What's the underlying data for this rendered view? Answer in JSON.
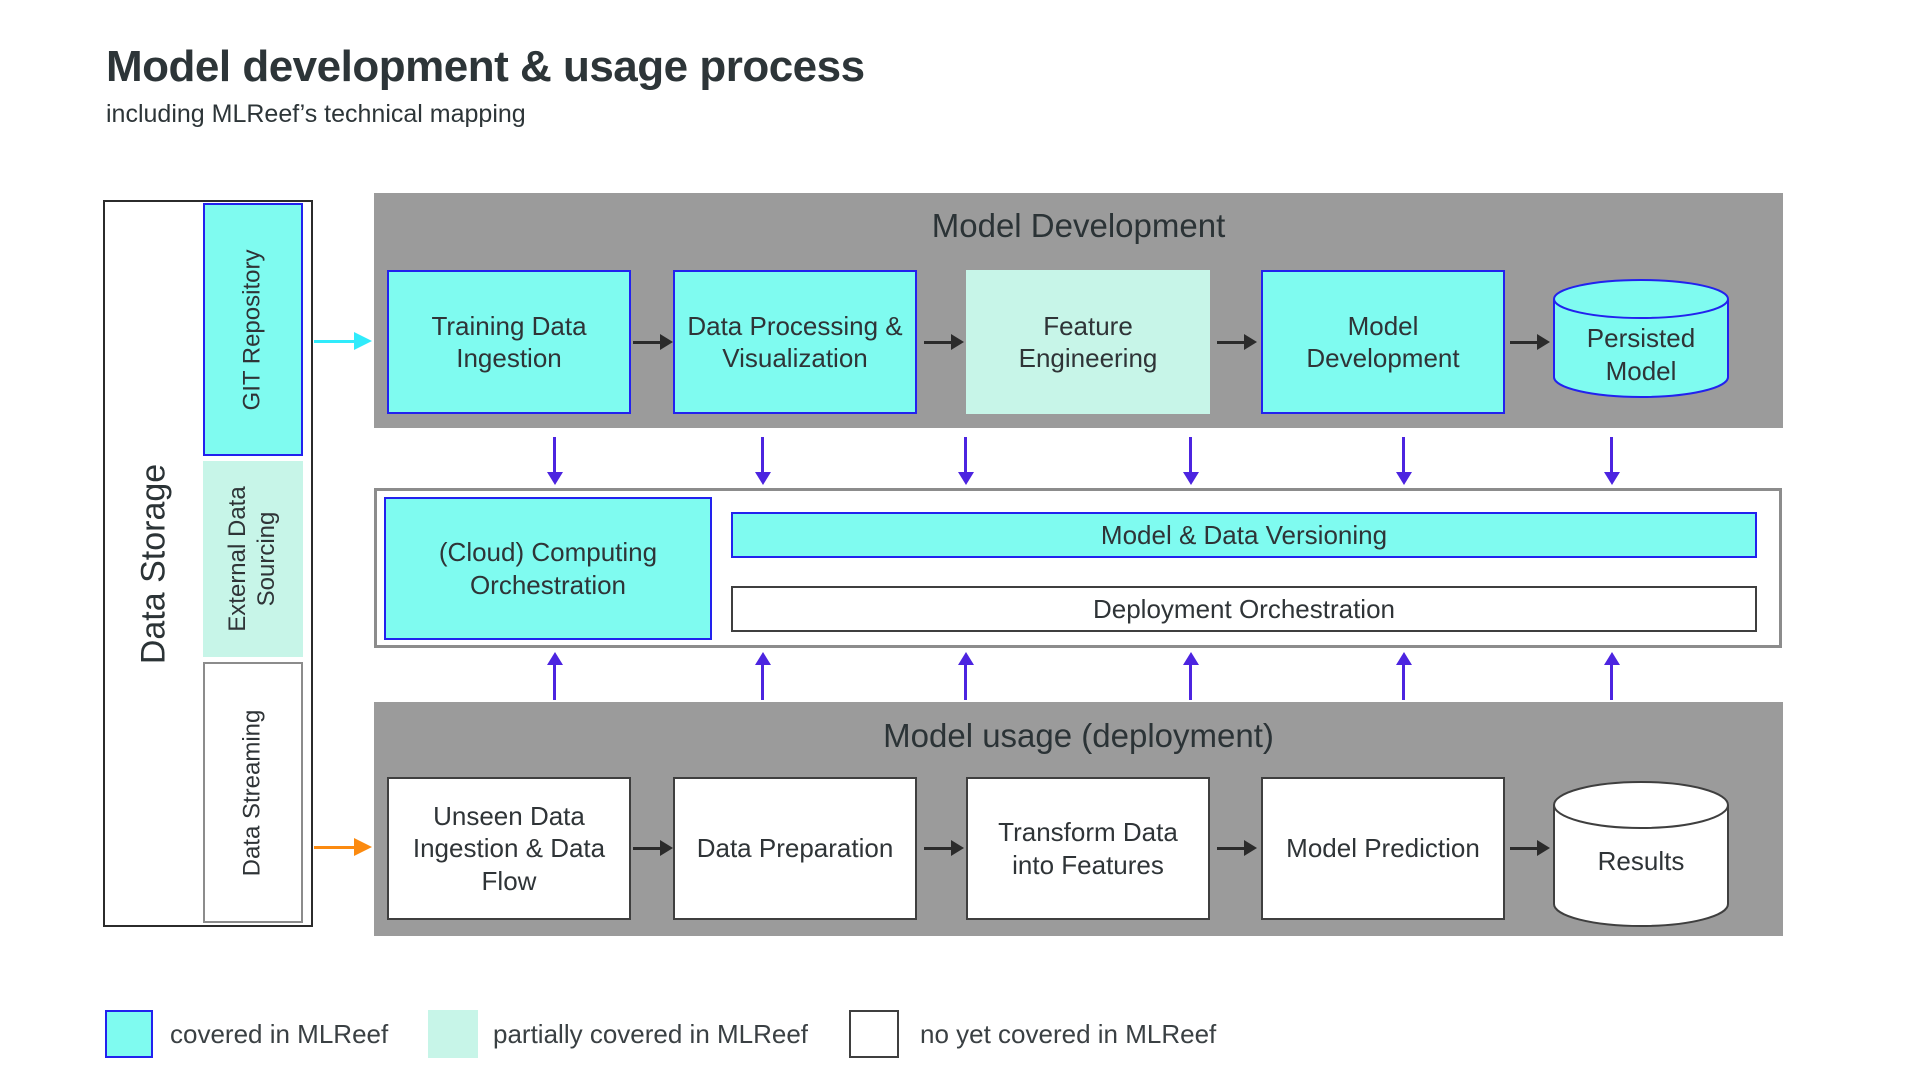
{
  "title": "Model development & usage process",
  "subtitle": "including MLReef’s technical mapping",
  "colors": {
    "covered_fill": "#7ffbf0",
    "partial_fill": "#c7f5e8",
    "not_covered_fill": "#ffffff",
    "box_border_blue": "#2222ee",
    "band_gray": "#9b9b9b",
    "vertical_arrow_purple": "#4c24e0",
    "git_arrow_cyan": "#30ebfb",
    "streaming_arrow_orange": "#fb8a10",
    "text_dark": "#2f3437"
  },
  "storage": {
    "label": "Data Storage",
    "items": [
      {
        "label": "GIT Repository",
        "coverage": "covered"
      },
      {
        "label": "External Data Sourcing",
        "coverage": "partial"
      },
      {
        "label": "Data Streaming",
        "coverage": "not-covered"
      }
    ]
  },
  "dev": {
    "header": "Model Development",
    "boxes": [
      {
        "label": "Training Data Ingestion",
        "coverage": "covered",
        "shape": "rect"
      },
      {
        "label": "Data Processing & Visualization",
        "coverage": "covered",
        "shape": "rect"
      },
      {
        "label": "Feature Engineering",
        "coverage": "partial",
        "shape": "rect"
      },
      {
        "label": "Model Development",
        "coverage": "covered",
        "shape": "rect"
      },
      {
        "label": "Persisted Model",
        "coverage": "covered",
        "shape": "cylinder"
      }
    ]
  },
  "mid": {
    "cloud": "(Cloud) Computing Orchestration",
    "versioning": "Model & Data Versioning",
    "deployment": "Deployment Orchestration"
  },
  "usage": {
    "header": "Model usage (deployment)",
    "boxes": [
      {
        "label": "Unseen Data Ingestion & Data Flow",
        "coverage": "not-covered",
        "shape": "rect"
      },
      {
        "label": "Data Preparation",
        "coverage": "not-covered",
        "shape": "rect"
      },
      {
        "label": "Transform Data into Features",
        "coverage": "not-covered",
        "shape": "rect"
      },
      {
        "label": "Model Prediction",
        "coverage": "not-covered",
        "shape": "rect"
      },
      {
        "label": "Results",
        "coverage": "not-covered",
        "shape": "cylinder"
      }
    ]
  },
  "legend": {
    "items": [
      {
        "label": "covered in MLReef",
        "style": "covered"
      },
      {
        "label": "partially covered in MLReef",
        "style": "partial"
      },
      {
        "label": "no yet covered in MLReef",
        "style": "not-covered"
      }
    ]
  }
}
